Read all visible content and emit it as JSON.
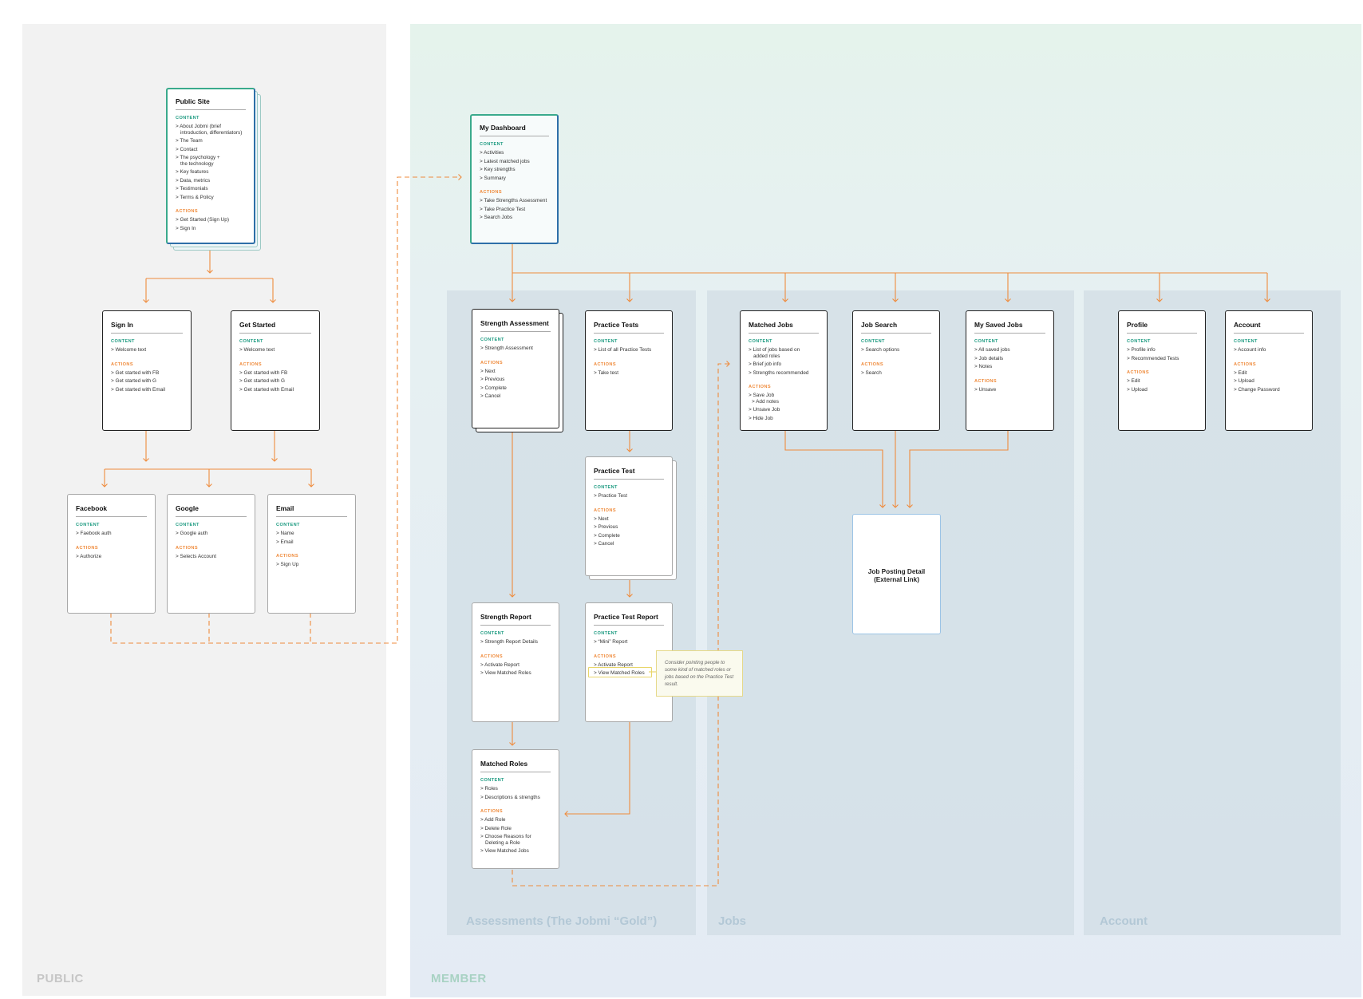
{
  "regions": {
    "public": "PUBLIC",
    "member": "MEMBER"
  },
  "sections": {
    "assessments": "Assessments (The Jobmi “Gold”)",
    "jobs": "Jobs",
    "account": "Account"
  },
  "cards": {
    "public_site": {
      "title": "Public Site",
      "content_label": "CONTENT",
      "content": [
        "> About Jobmi (brief",
        "introduction, differentiators)",
        "> The Team",
        "> Contact",
        "> The psychology +",
        "the technology",
        "> Key features",
        "> Data, metrics",
        "> Testimonials",
        "> Terms & Policy"
      ],
      "actions_label": "ACTIONS",
      "actions": [
        "> Get Started (Sign Up)",
        "> Sign In"
      ]
    },
    "sign_in": {
      "title": "Sign In",
      "content_label": "CONTENT",
      "content": [
        "> Welcome text"
      ],
      "actions_label": "ACTIONS",
      "actions": [
        "> Get started with FB",
        "> Get started with G",
        "> Get started with Email"
      ]
    },
    "get_started": {
      "title": "Get Started",
      "content_label": "CONTENT",
      "content": [
        "> Welcome text"
      ],
      "actions_label": "ACTIONS",
      "actions": [
        "> Get started with FB",
        "> Get started with G",
        "> Get started with Email"
      ]
    },
    "facebook": {
      "title": "Facebook",
      "content_label": "CONTENT",
      "content": [
        "> Faebook auth"
      ],
      "actions_label": "ACTIONS",
      "actions": [
        "> Authorize"
      ]
    },
    "google": {
      "title": "Google",
      "content_label": "CONTENT",
      "content": [
        "> Google auth"
      ],
      "actions_label": "ACTIONS",
      "actions": [
        "> Selects Account"
      ]
    },
    "email": {
      "title": "Email",
      "content_label": "CONTENT",
      "content": [
        "> Name",
        "> Email"
      ],
      "actions_label": "ACTIONS",
      "actions": [
        "> Sign Up"
      ]
    },
    "dashboard": {
      "title": "My Dashboard",
      "content_label": "CONTENT",
      "content": [
        "> Activities",
        "> Latest matched jobs",
        "> Key strengths",
        "> Summary"
      ],
      "actions_label": "ACTIONS",
      "actions": [
        "> Take Strengths Assessment",
        "> Take Practice Test",
        "> Search Jobs"
      ]
    },
    "strength_assessment": {
      "title": "Strength Assessment",
      "content_label": "CONTENT",
      "content": [
        "> Strength Assessment"
      ],
      "actions_label": "ACTIONS",
      "actions": [
        "> Next",
        "> Previous",
        "> Complete",
        "> Cancel"
      ]
    },
    "practice_tests": {
      "title": "Practice Tests",
      "content_label": "CONTENT",
      "content": [
        "> List of all Practice Tests"
      ],
      "actions_label": "ACTIONS",
      "actions": [
        "> Take test"
      ]
    },
    "practice_test": {
      "title": "Practice Test",
      "content_label": "CONTENT",
      "content": [
        "> Practice Test"
      ],
      "actions_label": "ACTIONS",
      "actions": [
        "> Next",
        "> Previous",
        "> Complete",
        "> Cancel"
      ]
    },
    "strength_report": {
      "title": "Strength Report",
      "content_label": "CONTENT",
      "content": [
        "> Strength Report Details"
      ],
      "actions_label": "ACTIONS",
      "actions": [
        "> Activate Report",
        "> View Matched Roles"
      ]
    },
    "practice_test_report": {
      "title": "Practice Test Report",
      "content_label": "CONTENT",
      "content": [
        "> “Mini” Report"
      ],
      "actions_label": "ACTIONS",
      "actions": [
        "> Activate Report",
        "> View Matched Roles"
      ]
    },
    "matched_roles": {
      "title": "Matched Roles",
      "content_label": "CONTENT",
      "content": [
        "> Roles",
        "> Descriptions & strengths"
      ],
      "actions_label": "ACTIONS",
      "actions": [
        "> Add Role",
        "> Delete Role",
        "> Choose Reasons for",
        "Deleting a Role",
        "> View Matched Jobs"
      ]
    },
    "matched_jobs": {
      "title": "Matched Jobs",
      "content_label": "CONTENT",
      "content": [
        "> List of jobs based on",
        "added roles",
        "> Brief job info",
        "> Strengths recommended"
      ],
      "actions_label": "ACTIONS",
      "actions": [
        "> Save Job",
        "> Add notes",
        "> Unsave Job",
        "> Hide Job"
      ]
    },
    "job_search": {
      "title": "Job Search",
      "content_label": "CONTENT",
      "content": [
        "> Search options"
      ],
      "actions_label": "ACTIONS",
      "actions": [
        "> Search"
      ]
    },
    "saved_jobs": {
      "title": "My Saved Jobs",
      "content_label": "CONTENT",
      "content": [
        "> All saved jobs",
        "> Job details",
        "> Notes"
      ],
      "actions_label": "ACTIONS",
      "actions": [
        "> Unsave"
      ]
    },
    "profile": {
      "title": "Profile",
      "content_label": "CONTENT",
      "content": [
        "> Profile info",
        "> Recommended Tests"
      ],
      "actions_label": "ACTIONS",
      "actions": [
        "> Edit",
        "> Upload"
      ]
    },
    "account": {
      "title": "Account",
      "content_label": "CONTENT",
      "content": [
        "> Account info"
      ],
      "actions_label": "ACTIONS",
      "actions": [
        "> Edit",
        "> Upload",
        "> Change Password"
      ]
    }
  },
  "job_posting": {
    "line1": "Job Posting Detail",
    "line2": "(External Link)"
  },
  "note": "Consider pointing people to some kind of matched roles or jobs based on the Practice Test result.",
  "colors": {
    "arrow": "#ef8b3c",
    "content_label": "#1c9a80",
    "actions_label": "#ef8b3c",
    "hub_border": "#2e6fa8"
  }
}
